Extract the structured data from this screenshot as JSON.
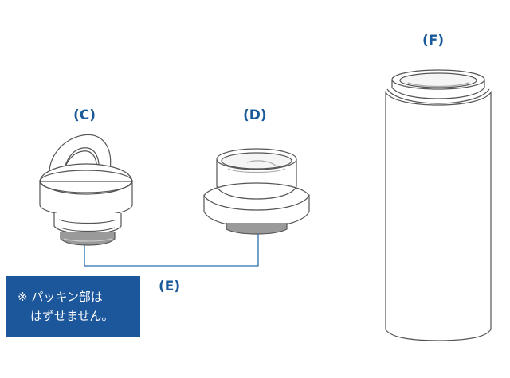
{
  "labels": {
    "c": "(C)",
    "d": "(D)",
    "e": "(E)",
    "f": "(F)"
  },
  "note": {
    "line1": "※ パッキン部は",
    "line2": "はずせません。"
  },
  "colors": {
    "label": "#1a5a9a",
    "note_background": "#1c579b",
    "connector": "#2a6fb0",
    "outline": "#555555",
    "fill": "#ffffff",
    "gasket": "#9a9a9a"
  }
}
